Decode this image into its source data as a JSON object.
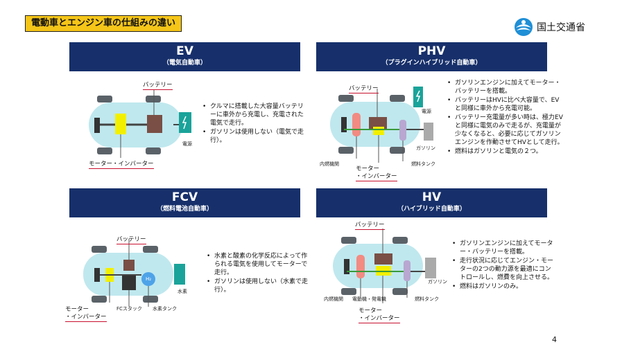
{
  "title": "電動車とエンジン車の仕組みの違い",
  "logo": {
    "text": "国土交通省",
    "icon": "mlit-logo-icon"
  },
  "page_number": "4",
  "colors": {
    "header": "#17306b",
    "title_bg": "#f5c518",
    "battery": "#7a4f45",
    "motor": "#f2f000",
    "engine": "#f28b82",
    "fuel_tank": "#b9a7d1",
    "charger": "#1aa39a",
    "label_underline": "#c8102e"
  },
  "panels": {
    "ev": {
      "title": "EV",
      "subtitle": "（電気自動車）",
      "labels": {
        "battery": "バッテリー",
        "motor": "モーター・インバーター",
        "power": "電源"
      },
      "bullets": [
        "クルマに搭載した大容量バッテリーに車外から充電し、充電された電気で走行。",
        "ガソリンは使用しない（電気で走行）。"
      ]
    },
    "phv": {
      "title": "PHV",
      "subtitle": "（プラグインハイブリッド自動車）",
      "labels": {
        "battery": "バッテリー",
        "power": "電源",
        "gasoline": "ガソリン",
        "engine": "内燃機関",
        "motor_1": "モーター",
        "motor_2": "・インバーター",
        "fuel_tank": "燃料タンク"
      },
      "bullets": [
        "ガソリンエンジンに加えてモーター・バッテリーを搭載。",
        "バッテリーはHVに比べ大容量で、EVと同様に車外から充電可能。",
        "バッテリー充電量が多い時は、極力EVと同様に電気のみで走るが、充電量が少なくなると、必要に応じてガソリンエンジンを作動させてHVとして走行。",
        "燃料はガソリンと電気の２つ。"
      ]
    },
    "fcv": {
      "title": "FCV",
      "subtitle": "（燃料電池自動車）",
      "labels": {
        "battery": "バッテリー",
        "motor_1": "モーター",
        "motor_2": "・インバーター",
        "fc_stack": "FCスタック",
        "hydrogen_tank": "水素タンク",
        "hydrogen": "水素",
        "h2": "H₂"
      },
      "bullets": [
        "水素と酸素の化学反応によって作られる電気を使用してモーターで走行。",
        "ガソリンは使用しない（水素で走行）。"
      ]
    },
    "hv": {
      "title": "HV",
      "subtitle": "（ハイブリッド自動車）",
      "labels": {
        "battery": "バッテリー",
        "gasoline": "ガソリン",
        "engine": "内燃機関",
        "motor_gen": "電動機・発電機",
        "fuel_tank": "燃料タンク",
        "motor_1": "モーター",
        "motor_2": "・インバーター"
      },
      "bullets": [
        "ガソリンエンジンに加えてモーター・バッテリーを搭載。",
        "走行状況に応じてエンジン・モーターの2つの動力源を最適にコントロールし、燃費を向上させる。",
        "燃料はガソリンのみ。"
      ]
    }
  }
}
